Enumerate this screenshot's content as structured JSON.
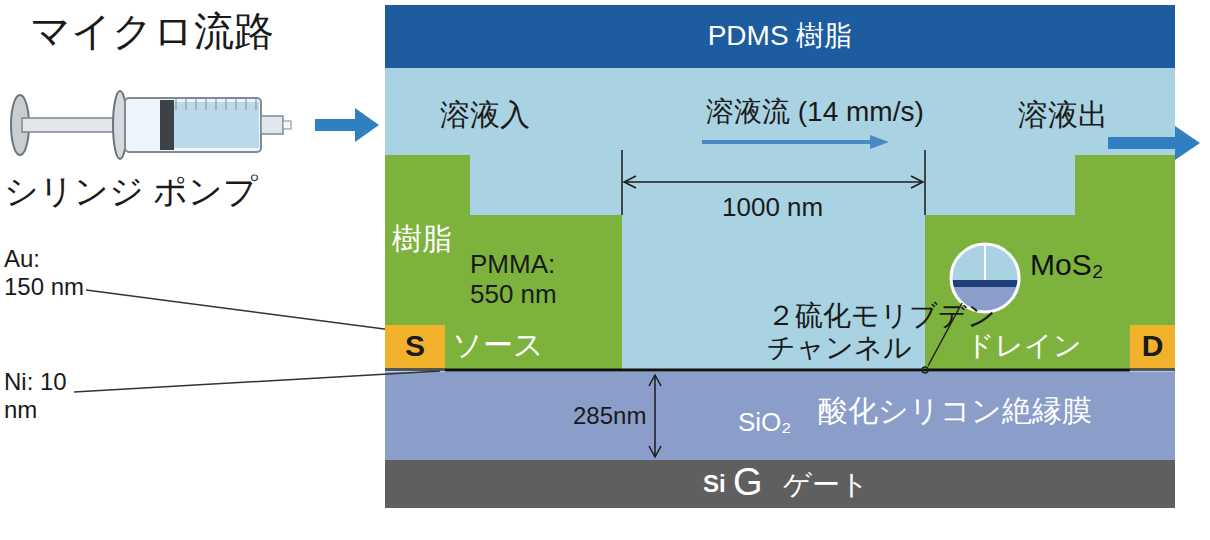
{
  "diagram": {
    "nodes": [
      {
        "text": [
          "PDMS 樹脂"
        ]
      },
      {
        "text": [
          "S"
        ]
      },
      {
        "text": [
          "D"
        ]
      },
      {
        "text": [
          "SiO₂",
          "酸化シリコン絶縁膜"
        ]
      },
      {
        "text": [
          "Si",
          "G",
          "ゲート"
        ]
      }
    ],
    "labels": [
      "マイクロ流路",
      "シリンジ ポンプ",
      "溶液入",
      "溶液流 (14 mm/s)",
      "溶液出",
      "1000 nm",
      "樹脂",
      "PMMA: 550 nm",
      "Au: 150 nm",
      "Ni: 10 nm",
      "ソース",
      "２硫化モリブデン チャンネル",
      "ドレイン",
      "MoS₂",
      "285nm"
    ]
  }
}
